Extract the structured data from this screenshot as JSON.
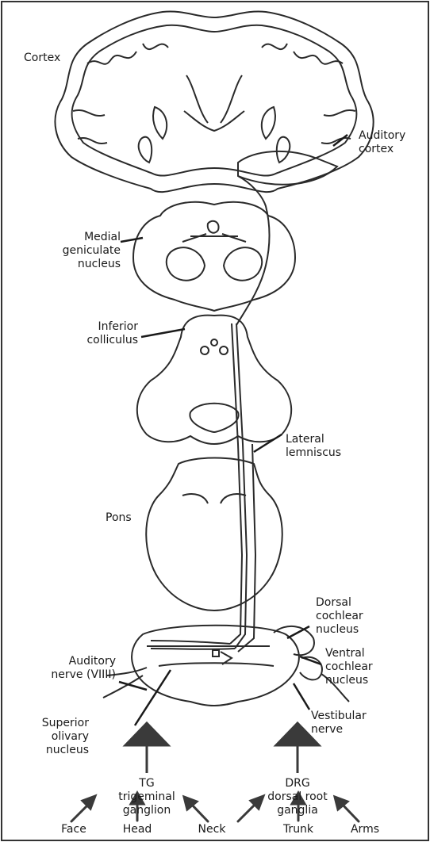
{
  "labels": {
    "cortex": "Cortex",
    "auditory_cortex": [
      "Auditory",
      "cortex"
    ],
    "medial_geniculate": [
      "Medial",
      "geniculate",
      "nucleus"
    ],
    "inferior_colliculus": [
      "Inferior",
      "colliculus"
    ],
    "lateral_lemniscus": [
      "Lateral",
      "lemniscus"
    ],
    "pons": "Pons",
    "dorsal_cochlear": [
      "Dorsal",
      "cochlear",
      "nucleus"
    ],
    "ventral_cochlear": [
      "Ventral",
      "cochlear",
      "nucleus"
    ],
    "auditory_nerve": [
      "Auditory",
      "nerve (VIIII)"
    ],
    "vestibular_nerve": [
      "Vestibular",
      "nerve"
    ],
    "superior_olivary": [
      "Superior",
      "olivary",
      "nucleus"
    ],
    "tg": [
      "TG",
      "trigeminal",
      "ganglion"
    ],
    "drg": [
      "DRG",
      "dorsal root",
      "ganglia"
    ],
    "body_parts": [
      "Face",
      "Head",
      "Neck",
      "Trunk",
      "Arms"
    ]
  },
  "colors": {
    "line": "#2a2a2a",
    "arrow": "#3a3a3a",
    "background": "#ffffff"
  }
}
